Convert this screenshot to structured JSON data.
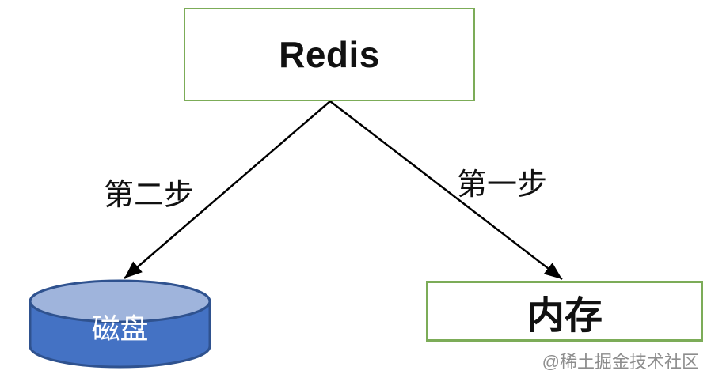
{
  "diagram": {
    "redis_node": {
      "label": "Redis"
    },
    "memory_node": {
      "label": "内存"
    },
    "disk_node": {
      "label": "磁盘"
    },
    "edges": {
      "step1": {
        "label": "第一步",
        "from": "Redis",
        "to": "内存"
      },
      "step2": {
        "label": "第二步",
        "from": "Redis",
        "to": "磁盘"
      }
    },
    "watermark": "@稀土掘金技术社区",
    "colors": {
      "node_border_green": "#7cac58",
      "cylinder_body_blue": "#4472c4",
      "cylinder_top_blue": "#9fb4dc",
      "cylinder_border_blue": "#2f528f",
      "arrow_black": "#000000",
      "watermark_gray": "#8d8d8d",
      "text_black": "#111111",
      "disk_text_white": "#ffffff"
    }
  }
}
